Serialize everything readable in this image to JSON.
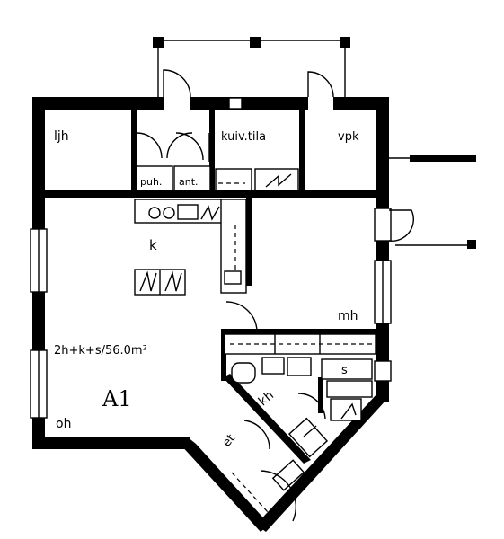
{
  "plan": {
    "apartment_code": "A1",
    "area_text": "2h+k+s/56.0m²",
    "rooms": {
      "ljh": "ljh",
      "puh": "puh.",
      "ant": "ant.",
      "kuivtila": "kuiv.tila",
      "vpk": "vpk",
      "k": "k",
      "mh": "mh",
      "s": "s",
      "kh": "kh",
      "oh": "oh",
      "et": "et"
    }
  }
}
